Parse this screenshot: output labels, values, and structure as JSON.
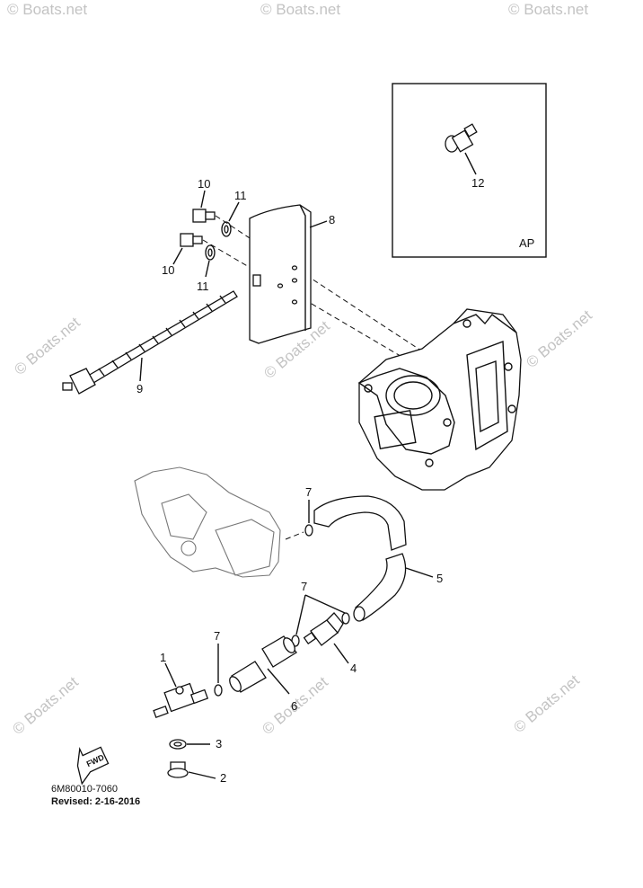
{
  "watermark": "© Boats.net",
  "callouts": {
    "n1": "1",
    "n2": "2",
    "n3": "3",
    "n4": "4",
    "n5": "5",
    "n6": "6",
    "n7": "7",
    "n8": "8",
    "n9": "9",
    "n10": "10",
    "n11": "11",
    "n12": "12"
  },
  "inset_label": "AP",
  "fwd_label": "FWD",
  "drawing_code": "6M80010-7060",
  "revision": "Revised: 2-16-2016"
}
